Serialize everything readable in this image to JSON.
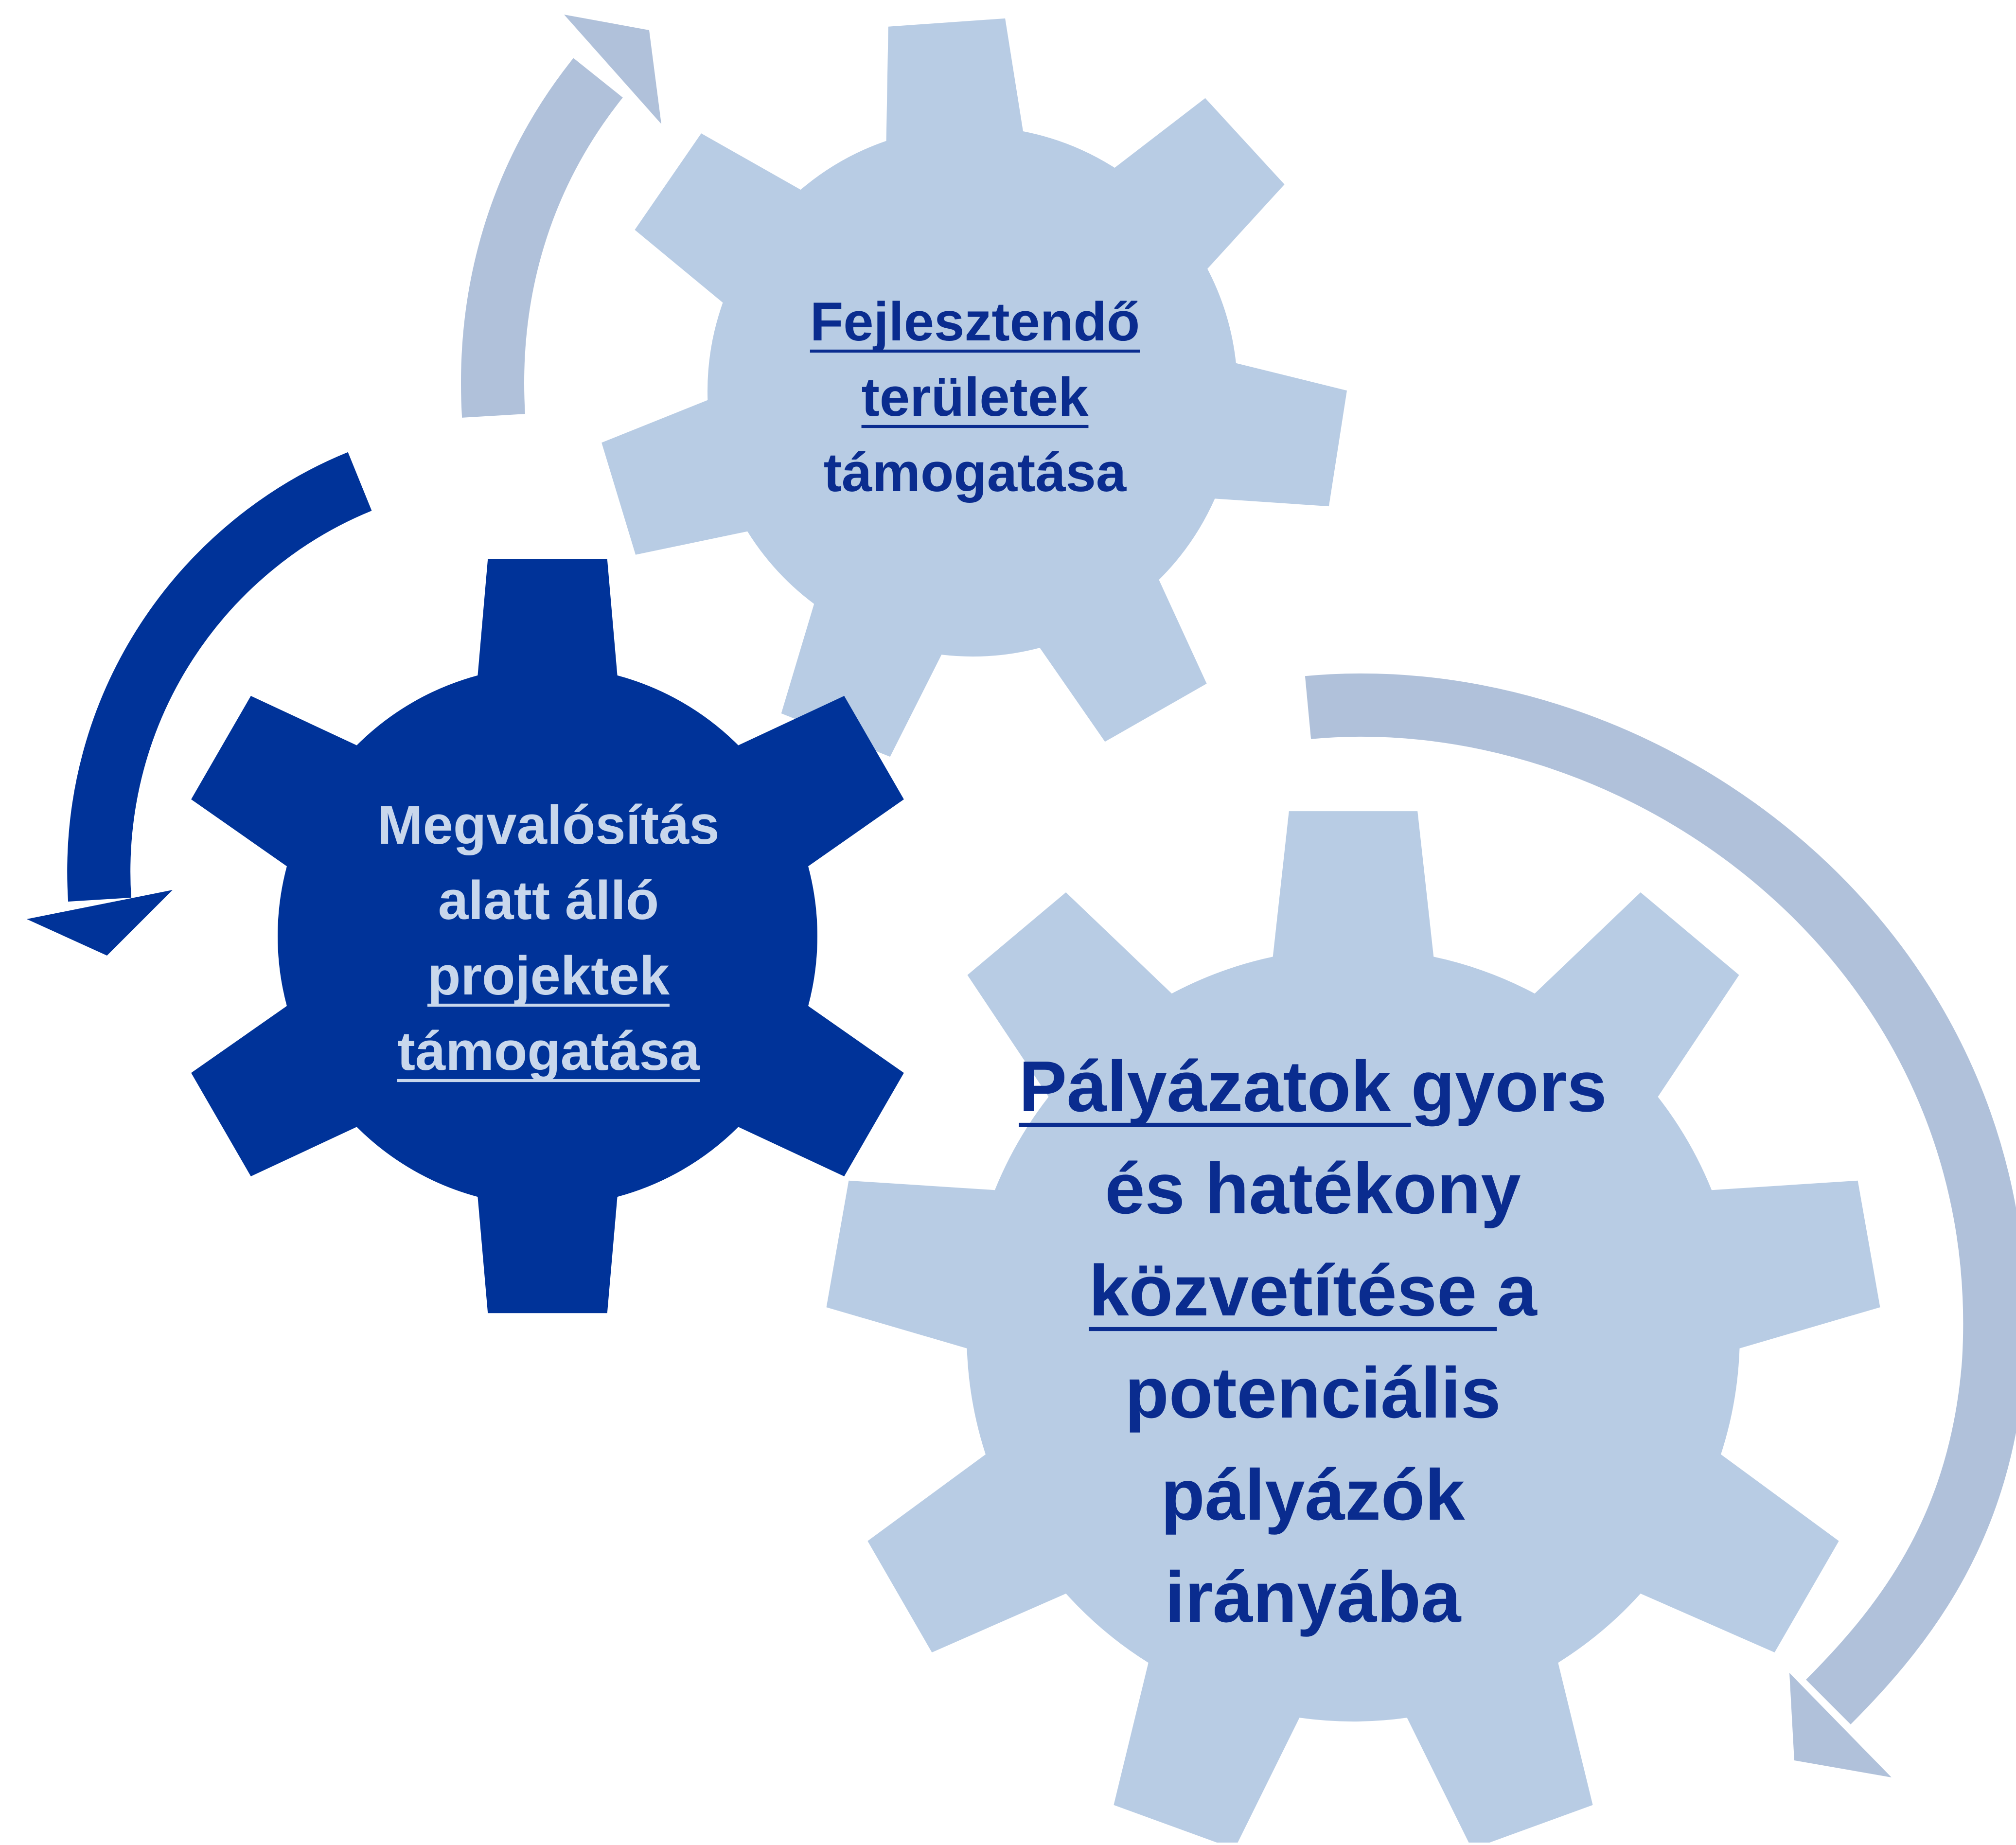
{
  "colors": {
    "light_gear": "#B8CCE4",
    "dark_gear": "#003399",
    "light_arrow": "#B0C1DA",
    "dark_arrow": "#003399",
    "dark_text": "#0A2C8F",
    "light_text": "#C8D7EC"
  },
  "gears": {
    "top": {
      "lines": [
        {
          "segments": [
            {
              "text": "Fejlesztendő",
              "underline": true
            }
          ]
        },
        {
          "segments": [
            {
              "text": "területek",
              "underline": true
            }
          ]
        },
        {
          "segments": [
            {
              "text": "támogatása",
              "underline": false
            }
          ]
        }
      ]
    },
    "left": {
      "lines": [
        {
          "segments": [
            {
              "text": "Megvalósítás",
              "underline": false
            }
          ]
        },
        {
          "segments": [
            {
              "text": "alatt álló",
              "underline": false
            }
          ]
        },
        {
          "segments": [
            {
              "text": "projektek",
              "underline": true
            }
          ]
        },
        {
          "segments": [
            {
              "text": "támogatása",
              "underline": true
            }
          ]
        }
      ]
    },
    "bottom": {
      "lines": [
        {
          "segments": [
            {
              "text": "Pályázatok ",
              "underline": true
            },
            {
              "text": "gyors",
              "underline": false
            }
          ]
        },
        {
          "segments": [
            {
              "text": "és hatékony",
              "underline": false
            }
          ]
        },
        {
          "segments": [
            {
              "text": "közvetítése ",
              "underline": true
            },
            {
              "text": "a",
              "underline": false
            }
          ]
        },
        {
          "segments": [
            {
              "text": "potenciális",
              "underline": false
            }
          ]
        },
        {
          "segments": [
            {
              "text": "pályázók",
              "underline": false
            }
          ]
        },
        {
          "segments": [
            {
              "text": "irányába",
              "underline": false
            }
          ]
        }
      ]
    }
  }
}
